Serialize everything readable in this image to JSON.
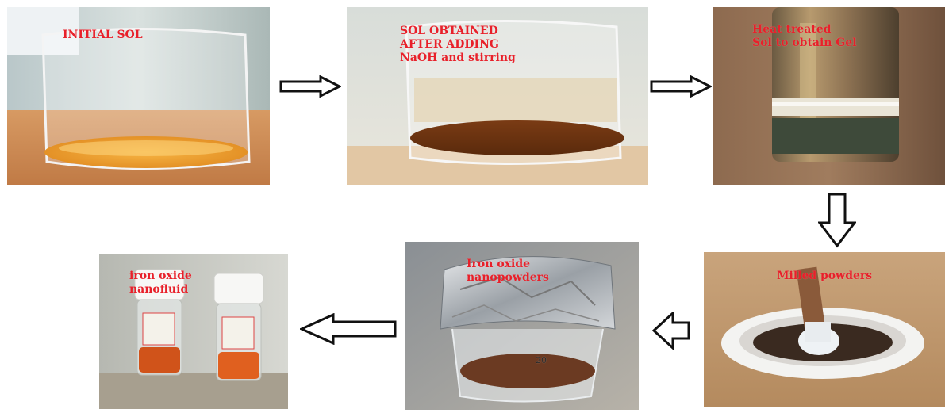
{
  "steps": [
    {
      "line1": "INITIAL SOL",
      "line2": "",
      "line3": ""
    },
    {
      "line1": "SOL OBTAINED",
      "line2": "AFTER ADDING",
      "line3": "NaOH and stirring"
    },
    {
      "line1": "Heat treated",
      "line2": "Sol to obtain Gel",
      "line3": ""
    },
    {
      "line1": "Milled powders",
      "line2": "",
      "line3": ""
    },
    {
      "line1": "Iron oxide",
      "line2": "nanopowders",
      "line3": ""
    },
    {
      "line1": "iron oxide",
      "line2": "nanofluid",
      "line3": ""
    }
  ],
  "beaker_mark": "20",
  "colors": {
    "label": "#e8202a",
    "arrow_stroke": "#111111",
    "arrow_fill": "#ffffff"
  }
}
